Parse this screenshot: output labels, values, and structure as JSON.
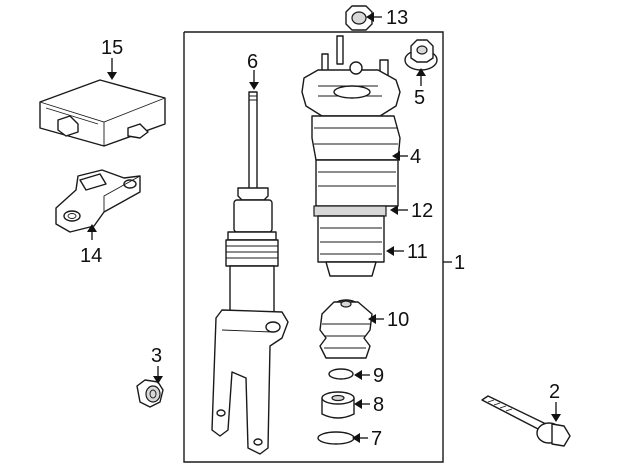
{
  "callouts": {
    "c1": "1",
    "c2": "2",
    "c3": "3",
    "c4": "4",
    "c5": "5",
    "c6": "6",
    "c7": "7",
    "c8": "8",
    "c9": "9",
    "c10": "10",
    "c11": "11",
    "c12": "12",
    "c13": "13",
    "c14": "14",
    "c15": "15"
  },
  "colors": {
    "line": "#1a1a1a",
    "background": "#ffffff",
    "shade": "#d8d8d8"
  }
}
